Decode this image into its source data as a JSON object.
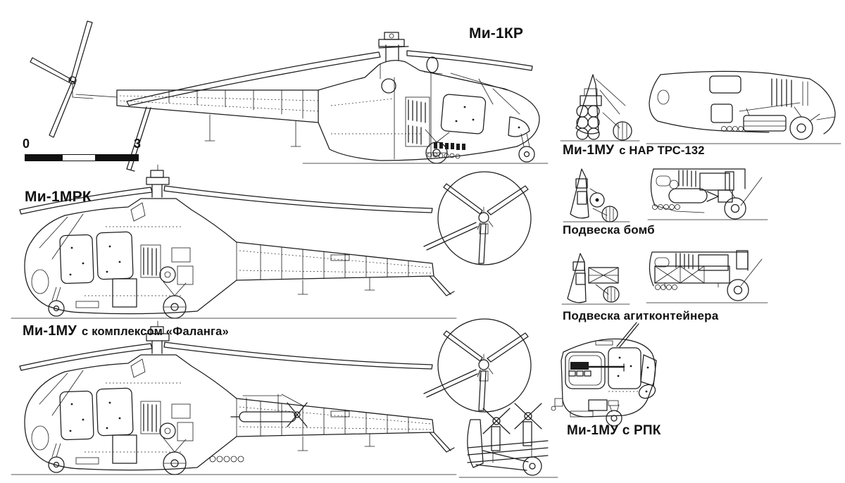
{
  "page": {
    "background": "#ffffff",
    "line_color": "#1c1c1c"
  },
  "scale_bar": {
    "start_label": "0",
    "end_label": "3"
  },
  "main_figures": {
    "mi1kr": {
      "label": "Ми-1КР"
    },
    "mi1mrk": {
      "label": "Ми-1МРК"
    },
    "mi1mu_falanga": {
      "label_type": "Ми-1МУ",
      "label_detail": "с комплексом «Фаланга»"
    }
  },
  "side_figures": {
    "nar": {
      "label_type": "Ми-1МУ",
      "label_detail": "с НАР ТРС-132"
    },
    "bombs": {
      "label": "Подвеска бомб"
    },
    "agit": {
      "label": "Подвеска агитконтейнера"
    },
    "rpk": {
      "label": "Ми-1МУ с РПК"
    }
  }
}
